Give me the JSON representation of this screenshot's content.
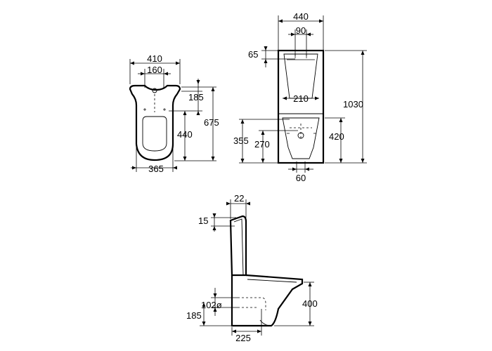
{
  "top_view": {
    "dims": {
      "overall_width": "410",
      "hole_spacing": "160",
      "depth_to_holes": "185",
      "overall_depth": "675",
      "holes_to_front": "440",
      "base_width": "365"
    }
  },
  "front_view": {
    "dims": {
      "overall_width": "440",
      "hole_spacing": "90",
      "top_offset": "65",
      "inner_width": "210",
      "overall_height": "1030",
      "height_a": "355",
      "height_b": "270",
      "height_c": "420",
      "base_width": "60"
    }
  },
  "side_view": {
    "dims": {
      "lid_thickness": "22",
      "lid_step": "15",
      "outlet_diameter": "102ø",
      "outlet_height": "185",
      "seat_height": "400",
      "outlet_offset": "225"
    }
  }
}
